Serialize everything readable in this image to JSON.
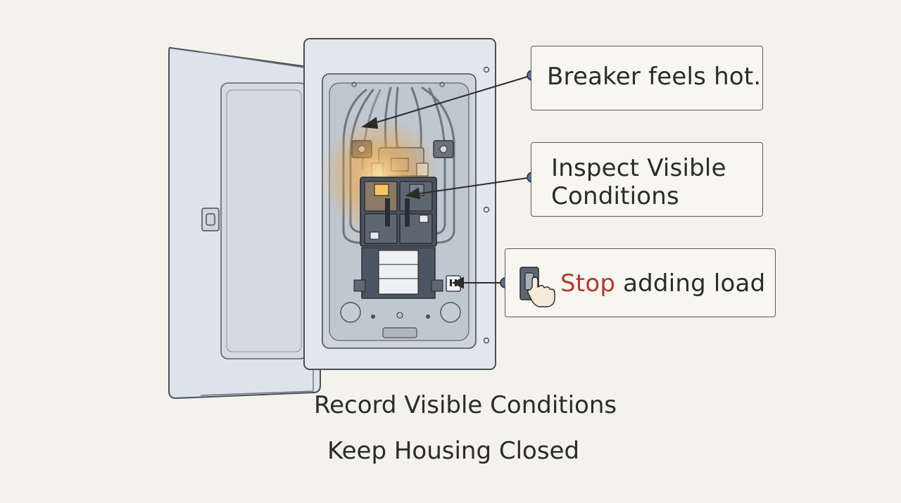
{
  "callouts": {
    "hot": "Breaker feels hot.",
    "inspect_line1": "Inspect Visible",
    "inspect_line2": "Conditions",
    "stop_word": "Stop",
    "stop_rest": " adding load"
  },
  "captions": {
    "record": "Record Visible Conditions",
    "housing": "Keep Housing Closed"
  },
  "colors": {
    "panel": "#dfe4ea",
    "outline": "#4a4f57",
    "heat_glow": "#f2a23a",
    "stop_text": "#b23a2e"
  },
  "icons": {
    "switch": "switch-hand-icon",
    "heat": "heat-glow-icon"
  }
}
